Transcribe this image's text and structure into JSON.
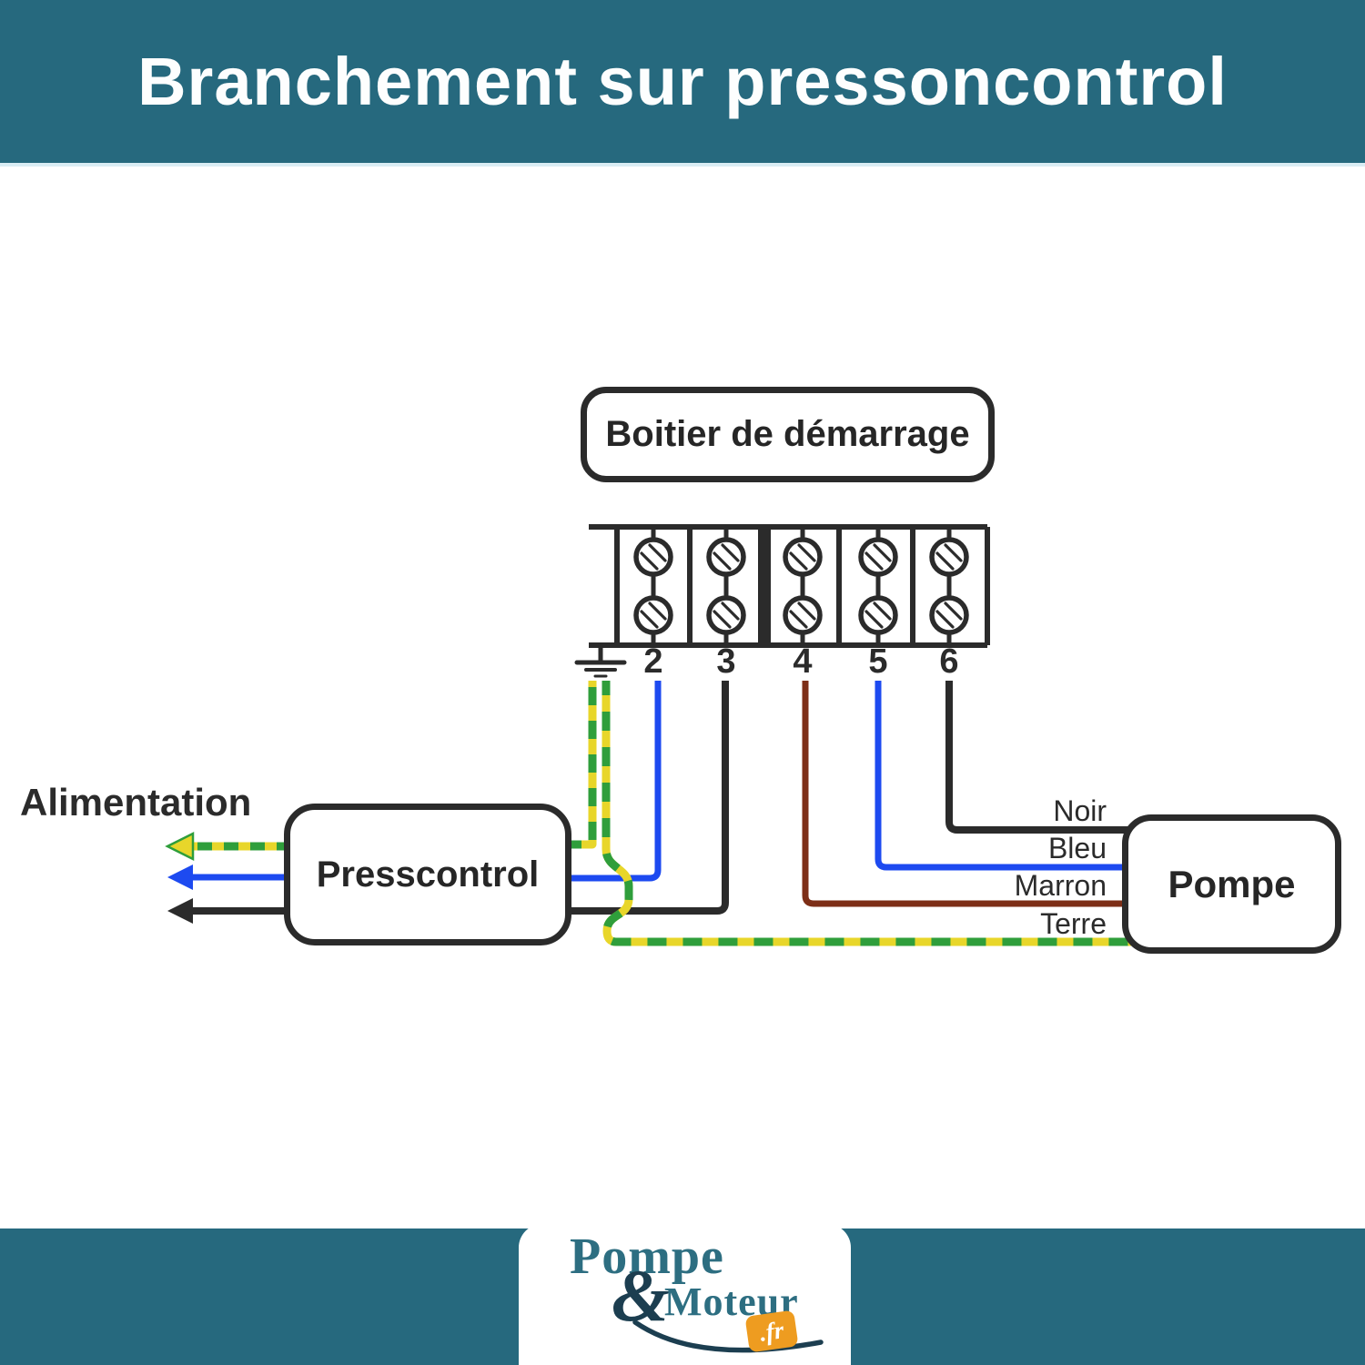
{
  "header": {
    "title": "Branchement sur pressoncontrol"
  },
  "diagram": {
    "boitier_label": "Boitier de démarrage",
    "presscontrol_label": "Presscontrol",
    "pompe_label": "Pompe",
    "alimentation_label": "Alimentation",
    "terminals": [
      "2",
      "3",
      "4",
      "5",
      "6"
    ],
    "wire_labels": [
      "Noir",
      "Bleu",
      "Marron",
      "Terre"
    ],
    "colors": {
      "line_black": "#2b2b2b",
      "wire_blue": "#1d4af0",
      "wire_brown": "#7d2e17",
      "wire_green": "#2f9e3b",
      "wire_yellow": "#e8d62a",
      "band_teal": "#26697e"
    }
  },
  "footer": {
    "logo": {
      "pompe": "Pompe",
      "amp": "&",
      "moteur": "Moteur",
      "tld": ".fr"
    }
  }
}
